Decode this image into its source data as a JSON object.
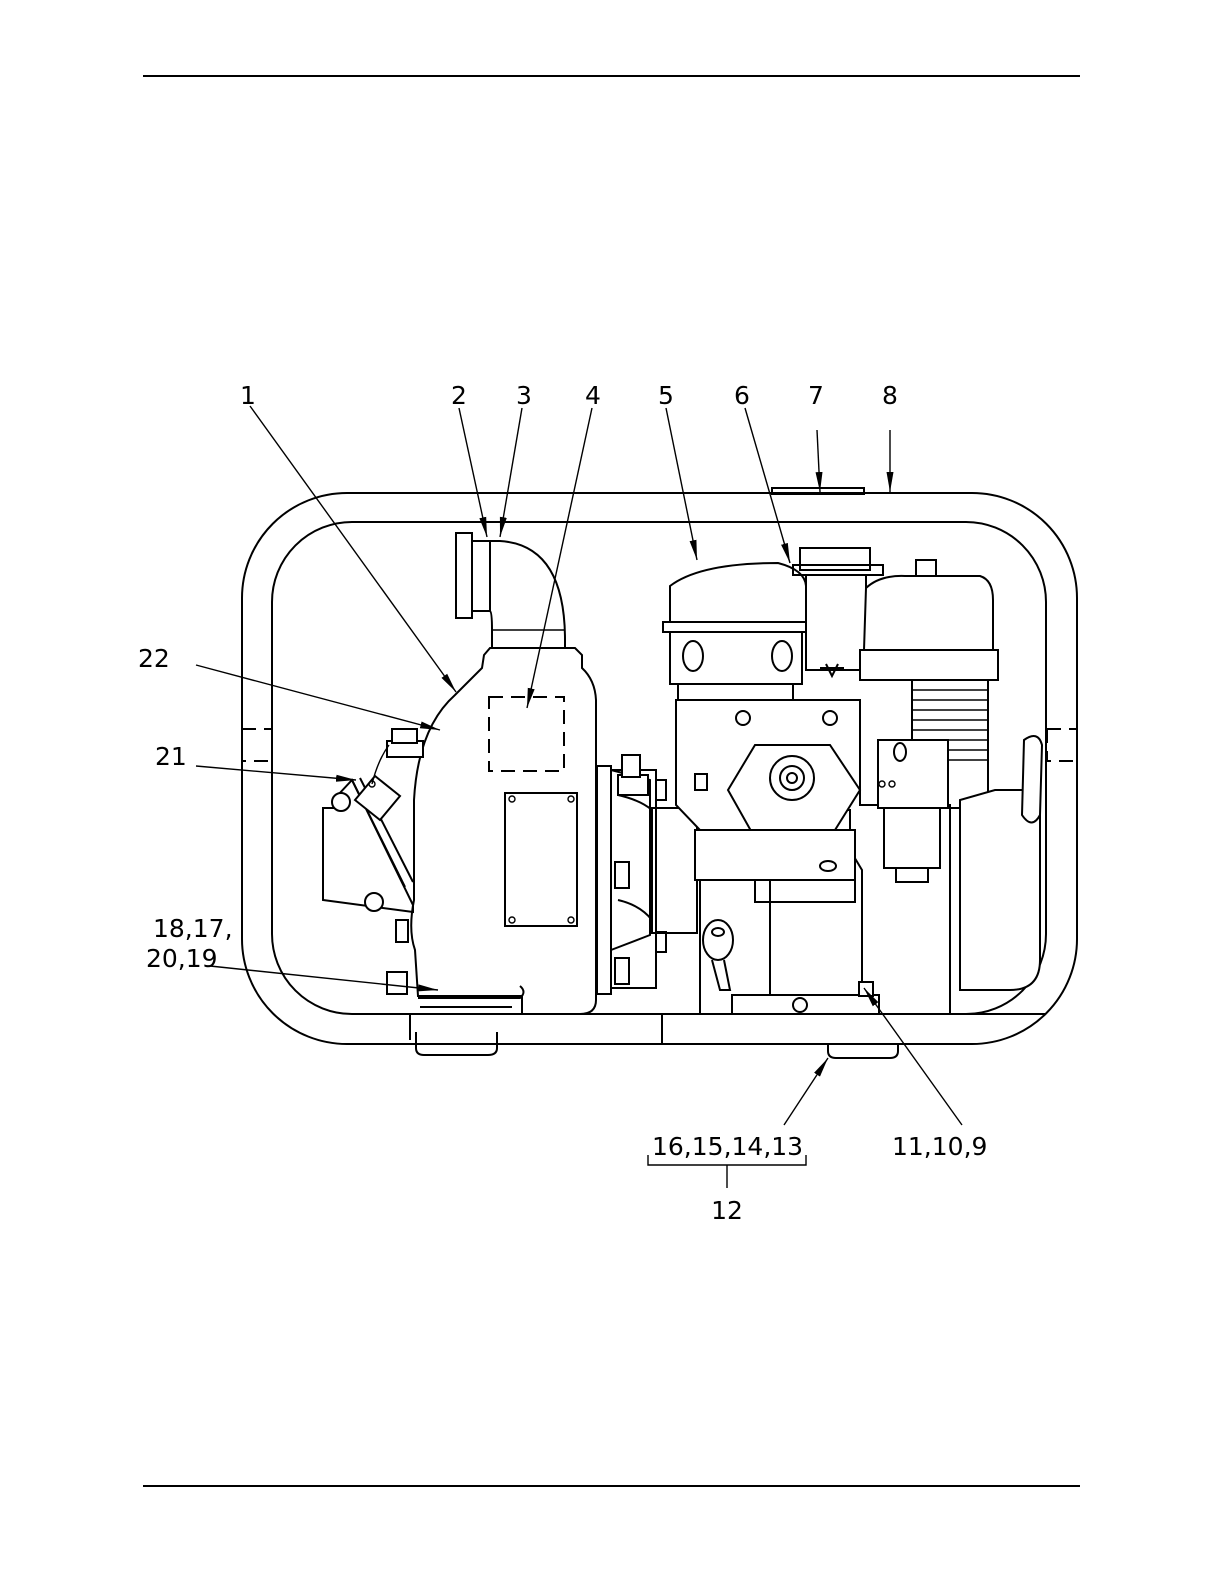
{
  "callouts": {
    "c1": "1",
    "c2": "2",
    "c3": "3",
    "c4": "4",
    "c5": "5",
    "c6": "6",
    "c7": "7",
    "c8": "8",
    "c22": "22",
    "c21": "21",
    "c18_17": "18,17,",
    "c20_19": "20,19",
    "c16_13": "16,15,14,13",
    "c12": "12",
    "c11_9": "11,10,9"
  }
}
